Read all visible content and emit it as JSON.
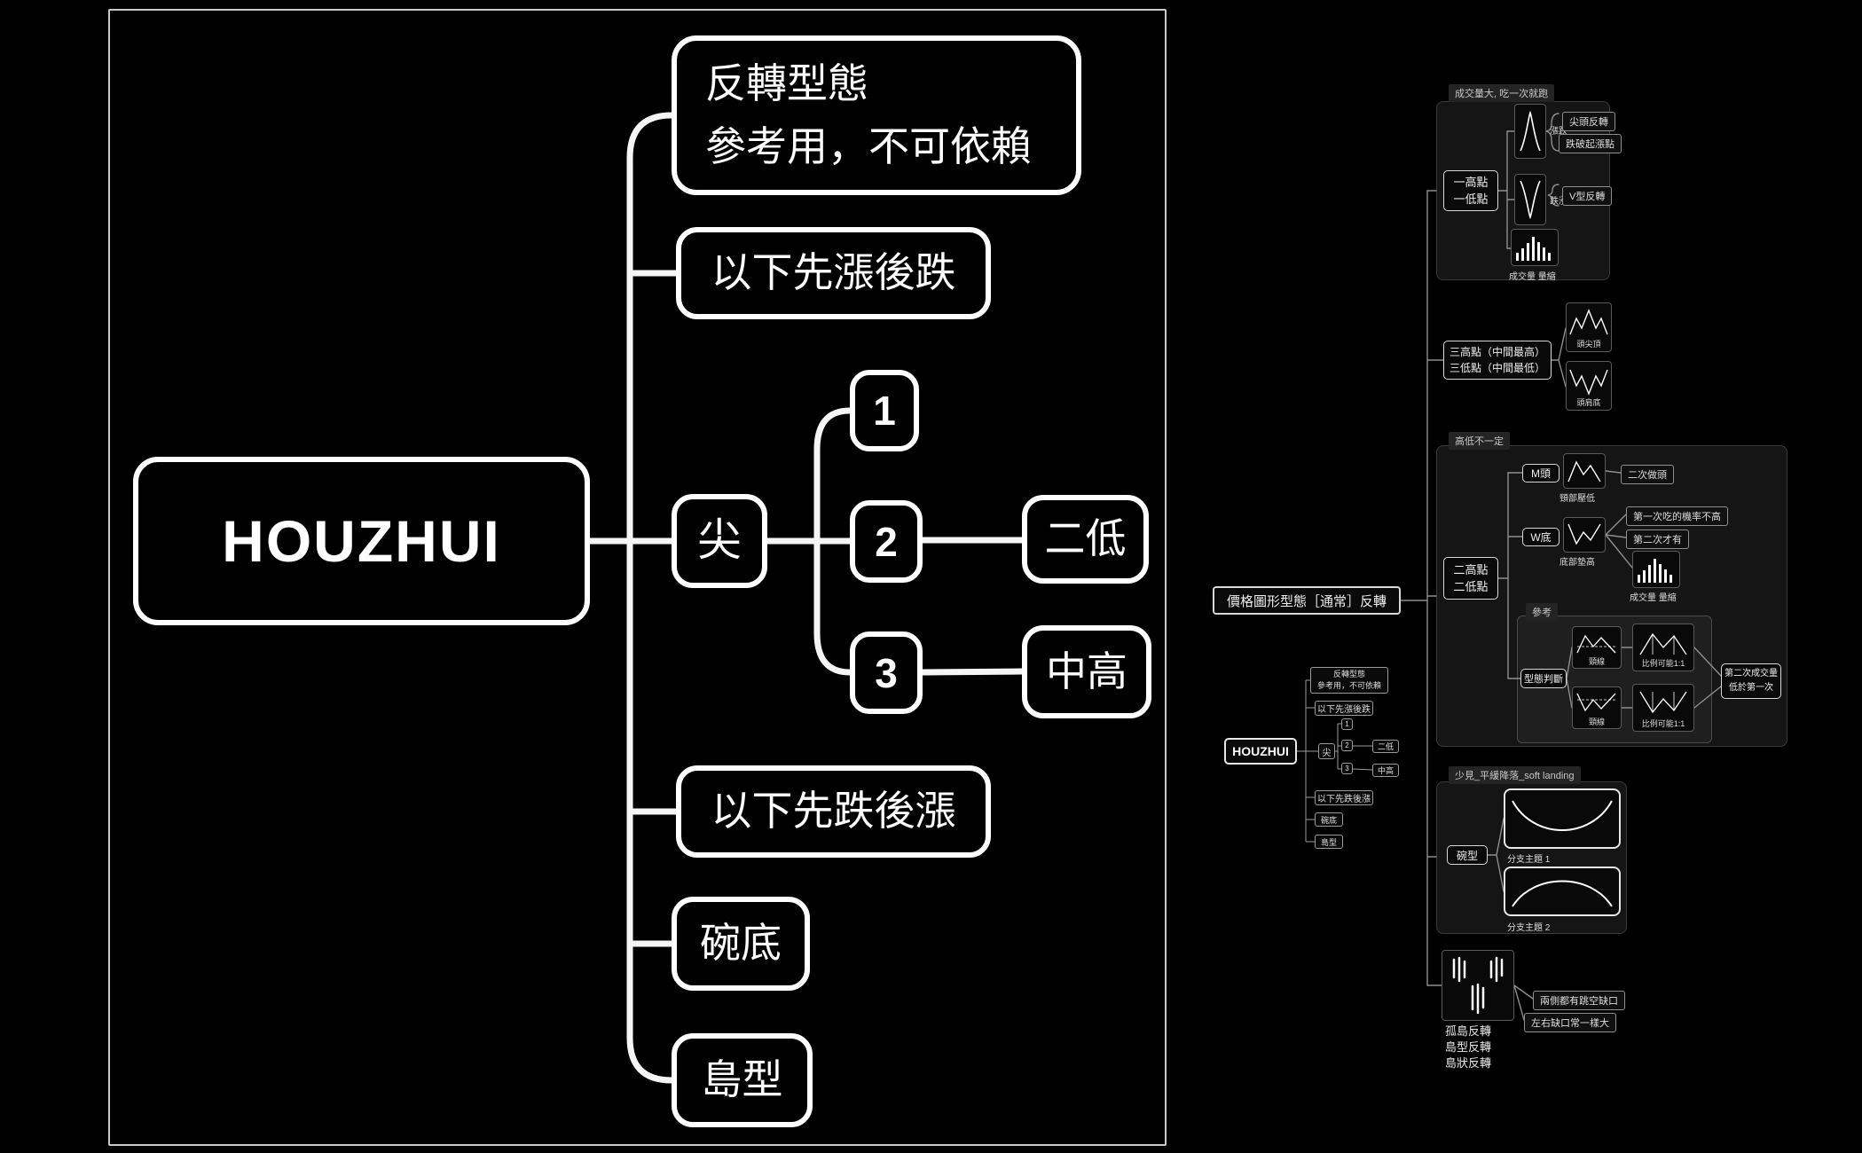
{
  "colors": {
    "background": "#000000",
    "node_border": "#ffffff",
    "frame_border": "#c9c9c9",
    "group_border": "#3a3a3a",
    "text": "#f0f0f0"
  },
  "left_map": {
    "root_label": "HOUZHUI",
    "reversal_line1": "反轉型態",
    "reversal_line2": "參考用，不可依賴",
    "rise_then_fall": "以下先漲後跌",
    "sharp": "尖",
    "num1": "1",
    "num2": "2",
    "num3": "3",
    "second_low": "二低",
    "mid_high": "中高",
    "fall_then_rise": "以下先跌後漲",
    "bowl_bottom": "碗底",
    "island_type": "島型"
  },
  "right_map": {
    "root_label": "價格圖形型態［通常］反轉",
    "volume_group": {
      "label": "成交量大, 吃一次就跑",
      "node_line1": "一高點",
      "node_line2": "一低點",
      "rise_fall_label": "漲跌",
      "fall_rise_label": "跌漲",
      "tag_sharp_top": "尖頭反轉",
      "tag_break_start": "跌破起漲點",
      "tag_v_reversal": "V型反轉",
      "volume_shrink": "成交量 量縮"
    },
    "triple_group": {
      "node_line1": "三高點（中間最高）",
      "node_line2": "三低點（中間最低）",
      "top_label": "頭尖頂",
      "bottom_label": "頭肩底"
    },
    "double_group": {
      "label": "高低不一定",
      "node_line1": "二高點",
      "node_line2": "二低點",
      "m_top": "M頭",
      "w_bottom": "W底",
      "neck_lower": "頸部壓低",
      "second_top": "二次做頭",
      "bottom_higher": "底部墊高",
      "first_low_odds": "第一次吃的機率不高",
      "second_only": "第二次才有",
      "volume_shrink": "成交量 量縮",
      "ref_label": "參考",
      "pattern_judge": "型態判斷",
      "neckline": "頸線",
      "ratio": "比例可能1:1",
      "second_vol_line1": "第二次成交量",
      "second_vol_line2": "低於第一次"
    },
    "bowl_group": {
      "label": "少見_平緩降落_soft landing",
      "node": "碗型",
      "branch1": "分支主題 1",
      "branch2": "分支主題 2"
    },
    "island_group": {
      "line1": "孤島反轉",
      "line2": "島型反轉",
      "line3": "島狀反轉",
      "tag_gaps_both_sides": "兩側都有跳空缺口",
      "tag_gaps_equal": "左右缺口常一樣大"
    }
  },
  "mini_map": {
    "root_label": "HOUZHUI",
    "reversal_line1": "反轉型態",
    "reversal_line2": "參考用，不可依賴",
    "rise_then_fall": "以下先漲後跌",
    "sharp": "尖",
    "num1": "1",
    "num2": "2",
    "num3": "3",
    "second_low": "二低",
    "mid_high": "中高",
    "fall_then_rise": "以下先跌後漲",
    "bowl_bottom": "碗底",
    "island_type": "島型"
  },
  "icons": {
    "rise_fall_curve": "sharp peak line chart",
    "fall_rise_curve": "sharp valley line chart",
    "volume_bars": "volume histogram shrinking",
    "triple_top": "three peaks middle highest",
    "head_shoulders_bottom": "three valleys middle lowest",
    "m_top_curve": "M-shaped double top",
    "w_bottom_curve": "W-shaped double bottom",
    "neckline_chart": "double top with neckline",
    "ratio_chart": "double top with 1:1 measure",
    "bowl_curve": "rounded bowl bottom curve",
    "dome_curve": "rounded dome top curve",
    "island_gaps": "price bars with gaps on both sides"
  }
}
